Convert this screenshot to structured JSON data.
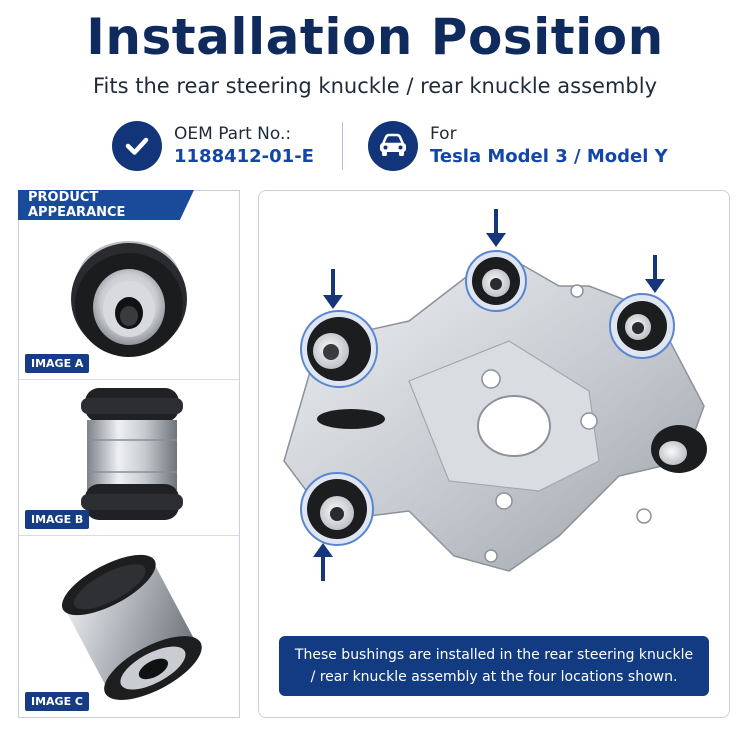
{
  "header": {
    "title": "Installation Position",
    "subtitle": "Fits the rear steering knuckle / rear knuckle assembly"
  },
  "info": {
    "oem_label": "OEM Part No.:",
    "oem_value": "1188412-01-E",
    "for_label": "For",
    "for_value": "Tesla Model 3 / Model Y"
  },
  "product": {
    "header": "PRODUCT APPEARANCE",
    "images": [
      {
        "label": "IMAGE A"
      },
      {
        "label": "IMAGE B"
      },
      {
        "label": "IMAGE C"
      }
    ]
  },
  "installation": {
    "caption": "These bushings are installed in the rear steering knuckle / rear knuckle assembly at the four locations shown."
  },
  "colors": {
    "brand_navy": "#0f2a5c",
    "accent_blue": "#1346a8",
    "tag_blue": "#153c85"
  },
  "icons": [
    "check-circle-icon",
    "car-icon",
    "down-arrow-icon",
    "up-arrow-icon"
  ]
}
